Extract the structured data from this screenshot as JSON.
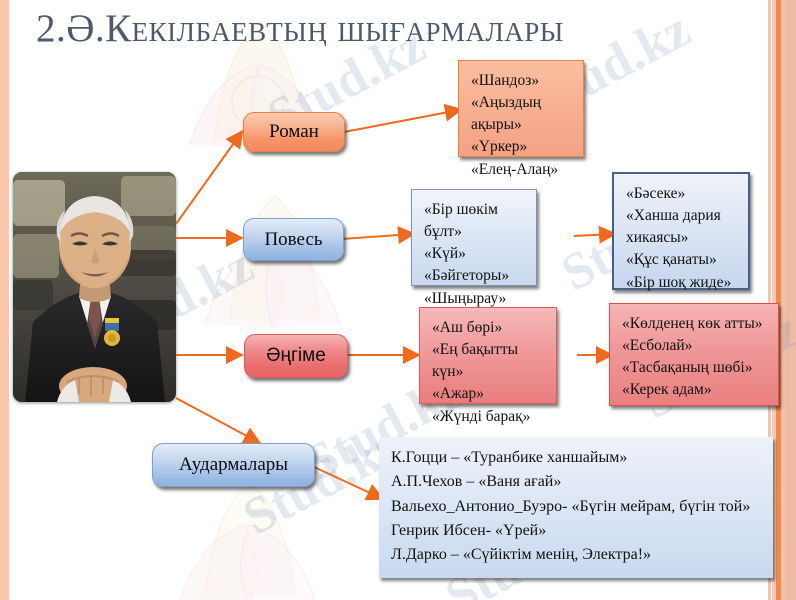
{
  "slide": {
    "title": "2.Ә.Кекілбаевтың  шығармалары",
    "watermark_text": "Stud.kz",
    "accent_orange": "#f08040",
    "accent_blue": "#7f93b8",
    "accent_red": "#e05c5c",
    "title_color": "#4e5a6b",
    "connector_color": "#ed6a1f"
  },
  "photo": {
    "alt": "Portrait of elderly man in dark suit with award medal"
  },
  "categories": [
    {
      "id": "roman",
      "label": "Роман"
    },
    {
      "id": "povest",
      "label": "Повесь"
    },
    {
      "id": "angime",
      "label": "Әңгіме"
    },
    {
      "id": "audarmalary",
      "label": "Аудармалары"
    }
  ],
  "works": {
    "roman": [
      "«Шандоз»",
      "«Аңыздың ақыры»",
      "«Үркер»",
      "«Елең-Алаң»"
    ],
    "povest_left": [
      "«Бір шөкім бұлт»",
      "«Күй»",
      "«Бәйгеторы»",
      "«Шыңырау»"
    ],
    "povest_right": [
      "«Бәсеке»",
      "«Ханша дария",
      "хикаясы»",
      "«Құс қанаты»",
      "«Бір шоқ жиде»"
    ],
    "angime_left": [
      "«Аш бөрі»",
      "«Ең бақытты күн»",
      "«Ажар»",
      "«Жүнді барақ»"
    ],
    "angime_right": [
      "«Көлденең көк атты»",
      "«Есболай»",
      "«Тасбақаның шөбі»",
      "«Керек адам»"
    ],
    "translations": [
      "К.Гоцци – «Туранбике ханшайым»",
      "А.П.Чехов – «Ваня ағай»",
      "Вальехо_Антонио_Буэро- «Бүгін мейрам, бүгін той»",
      "Генрик Ибсен- «Үрей»",
      "Л.Дарко – «Сүйіктім менің, Электра!»"
    ]
  }
}
